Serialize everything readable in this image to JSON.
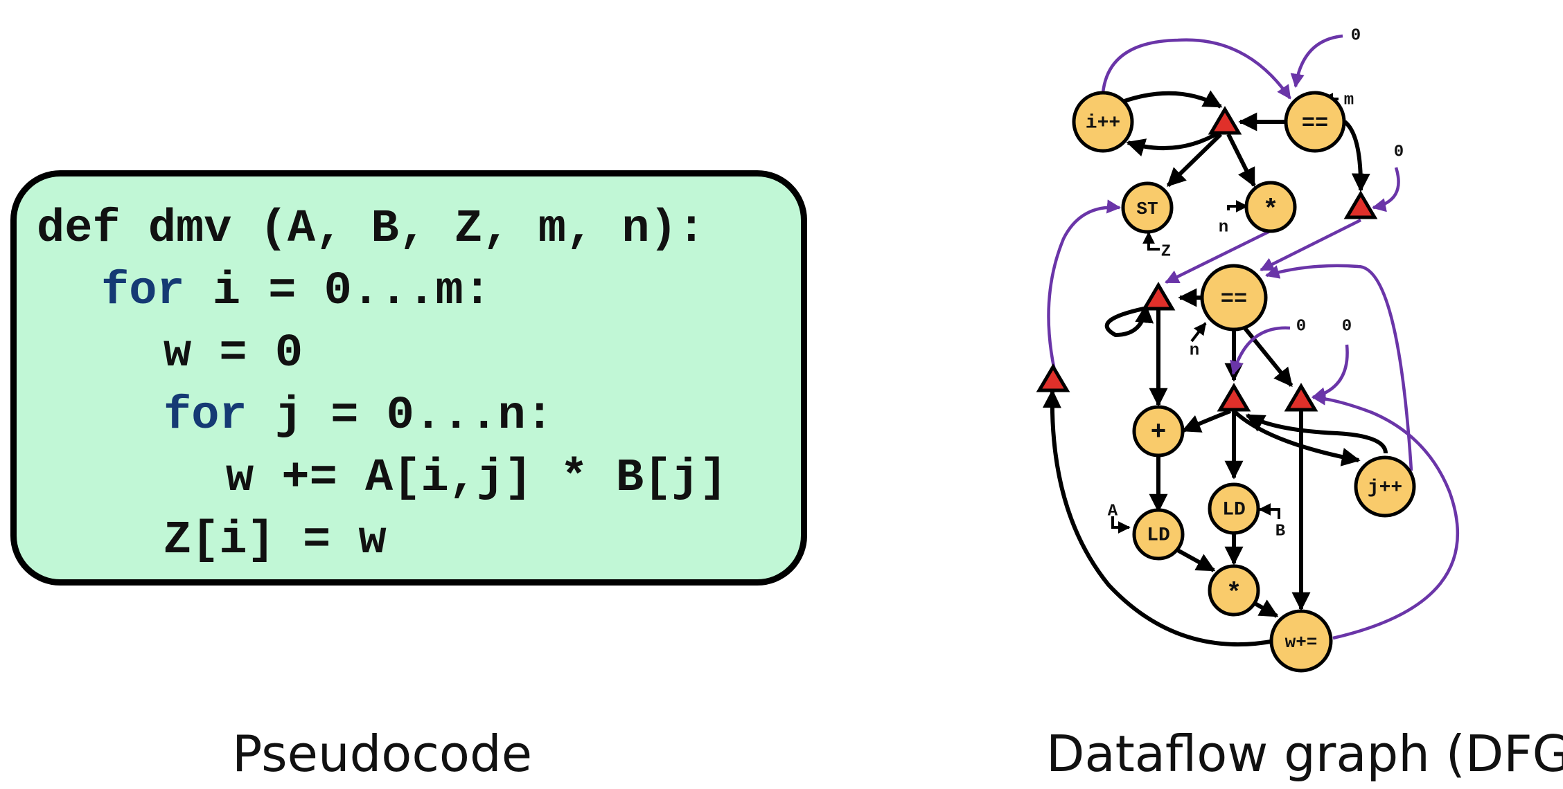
{
  "pseudocode": {
    "line1": "def dmv (A, B, Z, m, n):",
    "line2_kw": "for",
    "line2_rest": " i = 0...m:",
    "line3": "w = 0",
    "line4_kw": "for",
    "line4_rest": " j = 0...n:",
    "line5": "w += A[i,j] * B[j]",
    "line6": "Z[i] = w",
    "caption": "Pseudocode"
  },
  "dfg": {
    "caption": "Dataflow graph (DFG)",
    "nodes": {
      "i_inc": "i++",
      "eq_m": "==",
      "store": "ST",
      "mul_outer": "*",
      "eq_n": "==",
      "add": "+",
      "j_inc": "j++",
      "load_a": "LD",
      "load_b": "LD",
      "mul_inner": "*",
      "w_acc": "w+="
    },
    "inputs": {
      "zero_1": "0",
      "m": "m",
      "zero_2": "0",
      "n_outer": "n",
      "z": "Z",
      "n_inner": "n",
      "zero_3": "0",
      "zero_4": "0",
      "a": "A",
      "b": "B"
    },
    "colors": {
      "node_fill": "#f9cb6b",
      "steer_fill": "#e0302a",
      "control_edge": "#6a35a8",
      "data_edge": "#000000",
      "code_bg": "#c1f7d6",
      "keyword": "#153a74"
    }
  }
}
